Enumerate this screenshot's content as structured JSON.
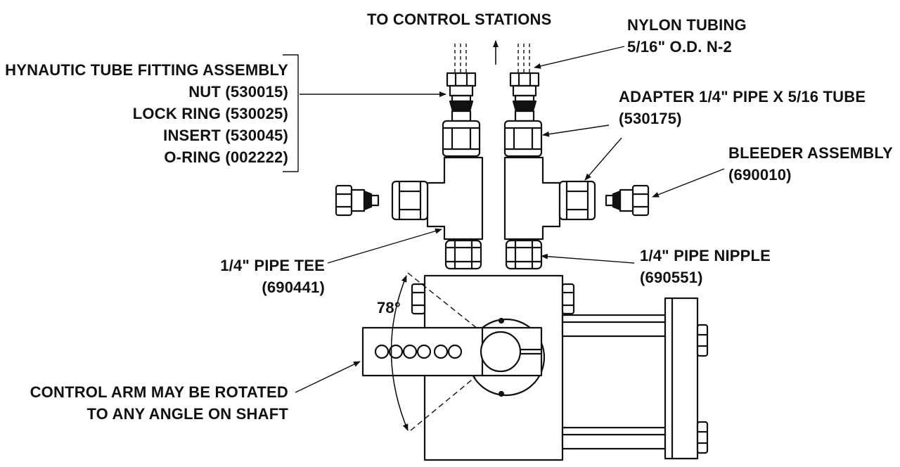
{
  "labels": {
    "to_control": "TO CONTROL STATIONS",
    "nylon_1": "NYLON TUBING",
    "nylon_2": "5/16\" O.D. N-2",
    "hynautic_title": "HYNAUTIC TUBE FITTING ASSEMBLY",
    "nut": "NUT (530015)",
    "lock_ring": "LOCK RING (530025)",
    "insert": "INSERT (530045)",
    "o_ring": "O-RING (002222)",
    "adapter_1": "ADAPTER 1/4\" PIPE X 5/16 TUBE",
    "adapter_2": "(530175)",
    "bleeder_1": "BLEEDER ASSEMBLY",
    "bleeder_2": "(690010)",
    "tee_1": "1/4\" PIPE TEE",
    "tee_2": "(690441)",
    "nipple_1": "1/4\" PIPE NIPPLE",
    "nipple_2": "(690551)",
    "angle": "78°",
    "arm_1": "CONTROL ARM MAY BE ROTATED",
    "arm_2": "TO ANY ANGLE ON SHAFT"
  },
  "colors": {
    "ink": "#111111",
    "paper": "#ffffff"
  }
}
